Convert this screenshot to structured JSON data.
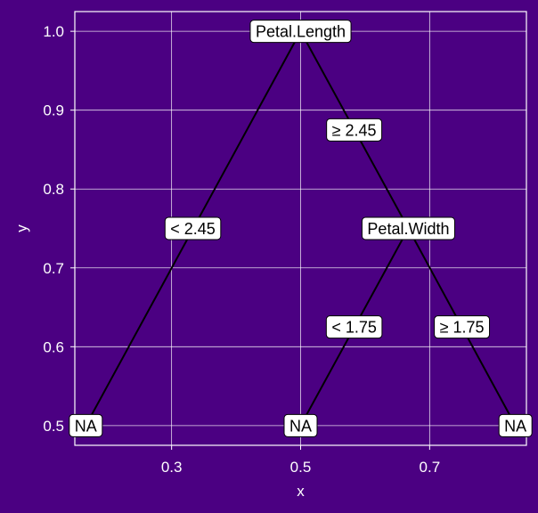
{
  "chart_data": {
    "type": "tree",
    "xlabel": "x",
    "ylabel": "y",
    "xlim": [
      0.15,
      0.85
    ],
    "ylim": [
      0.475,
      1.025
    ],
    "x_ticks": [
      0.3,
      0.5,
      0.7
    ],
    "x_tick_labels": [
      "0.3",
      "0.5",
      "0.7"
    ],
    "y_ticks": [
      0.5,
      0.6,
      0.7,
      0.8,
      0.9,
      1.0
    ],
    "y_tick_labels": [
      "0.5",
      "0.6",
      "0.7",
      "0.8",
      "0.9",
      "1.0"
    ],
    "grid": true,
    "nodes": [
      {
        "id": "root",
        "label": "Petal.Length",
        "x": 0.5,
        "y": 1.0
      },
      {
        "id": "pw",
        "label": "Petal.Width",
        "x": 0.667,
        "y": 0.75
      },
      {
        "id": "leaf1",
        "label": "NA",
        "x": 0.167,
        "y": 0.5
      },
      {
        "id": "leaf2",
        "label": "NA",
        "x": 0.5,
        "y": 0.5
      },
      {
        "id": "leaf3",
        "label": "NA",
        "x": 0.833,
        "y": 0.5
      }
    ],
    "edges": [
      {
        "from": "root",
        "to": "leaf1",
        "label": "< 2.45",
        "label_x": 0.333,
        "label_y": 0.75
      },
      {
        "from": "root",
        "to": "pw",
        "label": "≥ 2.45",
        "label_x": 0.583,
        "label_y": 0.875
      },
      {
        "from": "pw",
        "to": "leaf2",
        "label": "< 1.75",
        "label_x": 0.583,
        "label_y": 0.625
      },
      {
        "from": "pw",
        "to": "leaf3",
        "label": "≥ 1.75",
        "label_x": 0.75,
        "label_y": 0.625
      }
    ],
    "colors": {
      "background": "#4b0082",
      "grid": "#ffffff",
      "edge": "#000000",
      "label_fill": "#ffffff",
      "label_text": "#000000"
    }
  }
}
